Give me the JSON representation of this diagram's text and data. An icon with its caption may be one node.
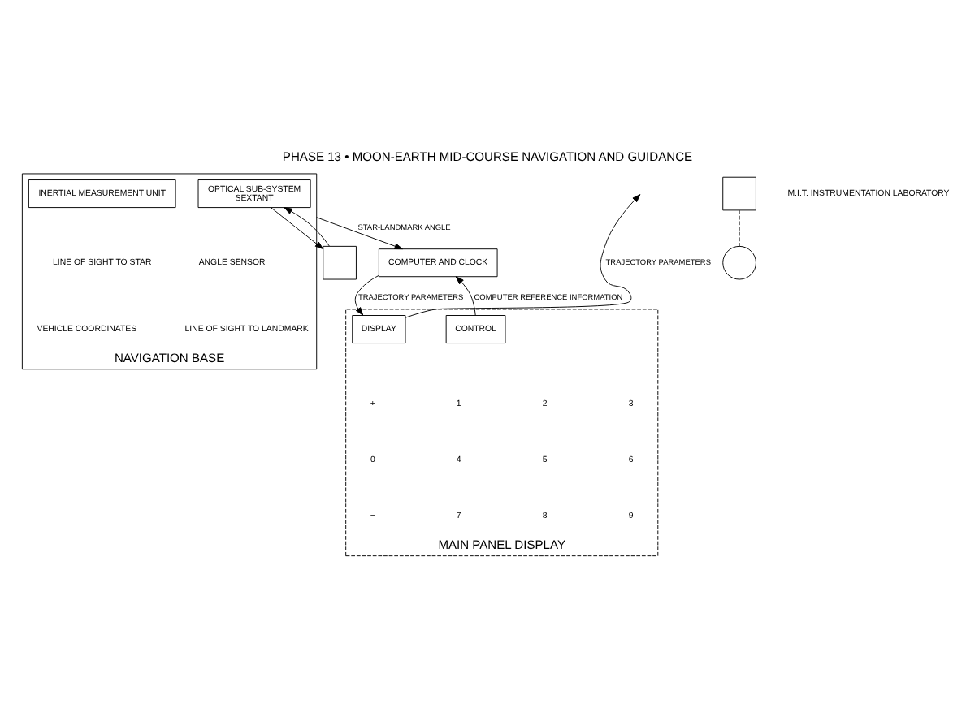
{
  "diagram": {
    "title": "PHASE 13 • MOON-EARTH MID-COURSE NAVIGATION AND GUIDANCE",
    "nodes": [
      {
        "text": [
          "NAVIGATION BASE"
        ]
      },
      {
        "text": [
          "OPTICAL SUB-SYSTEM",
          "SEXTANT"
        ],
        "in": 0
      },
      {
        "text": [
          "INERTIAL MEASUREMENT UNIT"
        ],
        "in": 0
      },
      {
        "text": [],
        "shape": "box"
      },
      {
        "text": [
          "COMPUTER AND CLOCK"
        ]
      },
      {
        "text": [
          "MAIN PANEL DISPLAY"
        ]
      },
      {
        "text": [
          "DISPLAY"
        ],
        "in": 5
      },
      {
        "text": [
          "CONTROL"
        ],
        "in": 5
      },
      {
        "text": [],
        "shape": "box"
      },
      {
        "text": [],
        "shape": "circle"
      }
    ],
    "edges": [
      {
        "from": 1,
        "to": 3,
        "arrow": "to"
      },
      {
        "from": 3,
        "to": 1,
        "arrow": "to"
      },
      {
        "from": 0,
        "to": 4,
        "arrow": "to",
        "label": "STAR-LANDMARK ANGLE"
      },
      {
        "from": 4,
        "to": 6,
        "arrow": "to",
        "label": "TRAJECTORY PARAMETERS"
      },
      {
        "from": 7,
        "to": 4,
        "arrow": "to",
        "label": "COMPUTER REFERENCE INFORMATION"
      },
      {
        "from": 6,
        "to": null,
        "arrow": "to",
        "label": "TRAJECTORY PARAMETERS"
      },
      {
        "from": 8,
        "to": 9,
        "arrow": "none",
        "style": "dashed"
      }
    ],
    "labels": [
      "LINE OF SIGHT TO STAR",
      "ANGLE SENSOR",
      "VEHICLE COORDINATES",
      "LINE OF SIGHT TO LANDMARK",
      "+",
      "1",
      "2",
      "3",
      "0",
      "4",
      "5",
      "6",
      "−",
      "7",
      "8",
      "9",
      "M.I.T. INSTRUMENTATION LABORATORY"
    ]
  }
}
